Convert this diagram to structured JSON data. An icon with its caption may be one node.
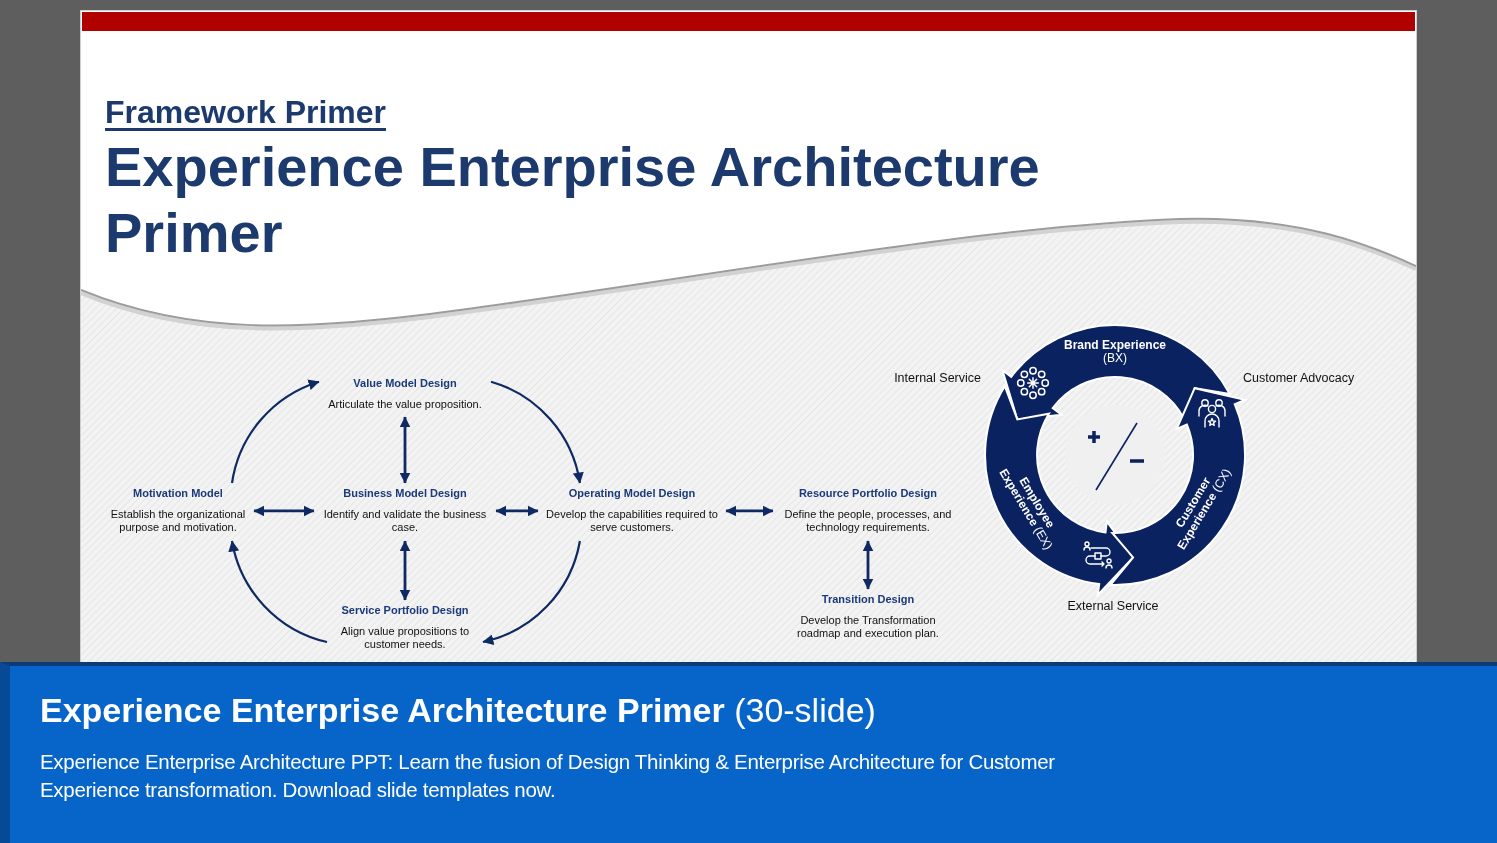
{
  "diagram": {
    "title": "Experience Enterprise Architecture Primer",
    "nodes": [
      {
        "text": [
          "Motivation Model",
          "Establish the organizational purpose and motivation."
        ]
      },
      {
        "text": [
          "Value Model Design",
          "Articulate the value proposition."
        ]
      },
      {
        "text": [
          "Business Model Design",
          "Identify and validate the business case."
        ]
      },
      {
        "text": [
          "Operating Model Design",
          "Develop the capabilities required to serve customers."
        ]
      },
      {
        "text": [
          "Service Portfolio Design",
          "Align value propositions to customer needs."
        ]
      },
      {
        "text": [
          "Resource Portfolio Design",
          "Define the people, processes, and technology requirements."
        ]
      },
      {
        "text": [
          "Transition Design",
          "Develop the Transformation roadmap and execution plan."
        ]
      },
      {
        "text": [
          "**Brand Experience** (BX)"
        ]
      },
      {
        "text": [
          "**Employee Experience** (EX)"
        ]
      },
      {
        "text": [
          "**Customer Experience** (CX)"
        ]
      }
    ],
    "edges": [
      {
        "from": 0,
        "to": 1,
        "arrow": "to"
      },
      {
        "from": 1,
        "to": 3,
        "arrow": "to"
      },
      {
        "from": 3,
        "to": 4,
        "arrow": "to"
      },
      {
        "from": 4,
        "to": 0,
        "arrow": "to"
      },
      {
        "from": 1,
        "to": 2,
        "arrow": "both"
      },
      {
        "from": 2,
        "to": 4,
        "arrow": "both"
      },
      {
        "from": 0,
        "to": 2,
        "arrow": "both"
      },
      {
        "from": 2,
        "to": 3,
        "arrow": "both"
      },
      {
        "from": 3,
        "to": 5,
        "arrow": "both"
      },
      {
        "from": 5,
        "to": 6,
        "arrow": "both"
      }
    ],
    "labels": [
      "Framework Primer",
      "Internal Service",
      "Customer Advocacy",
      "External Service",
      "**Experience Enterprise Architecture Primer** (30-slide)",
      "Experience Enterprise Architecture PPT: Learn the fusion of Design Thinking & Enterprise Architecture for Customer Experience transformation. Download slide templates now."
    ]
  }
}
